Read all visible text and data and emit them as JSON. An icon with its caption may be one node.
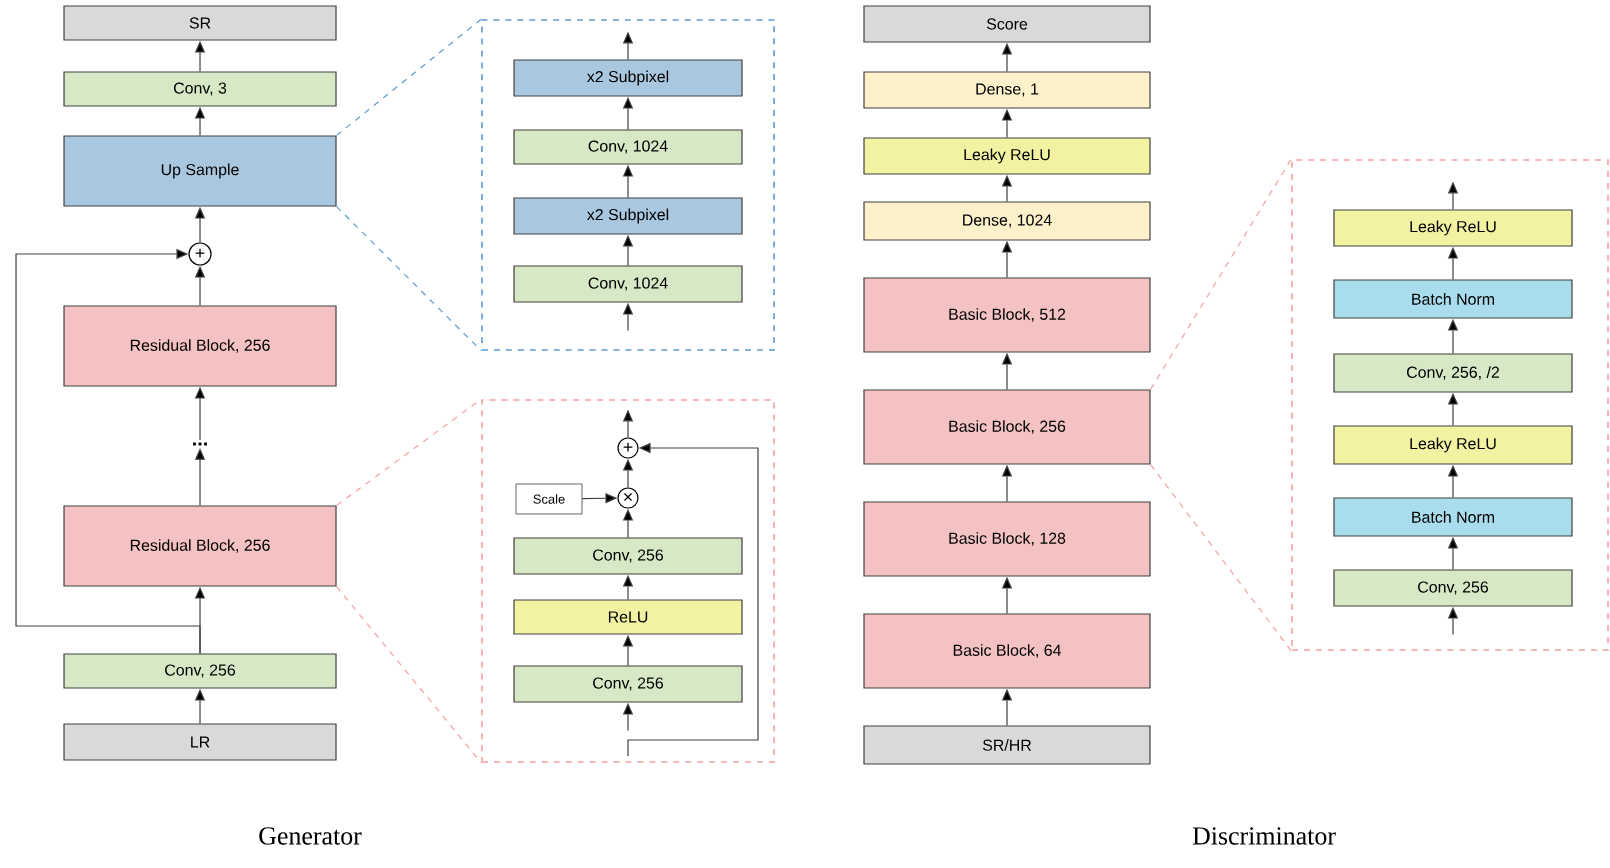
{
  "diagram": {
    "nodes": [
      {
        "text": [
          "SR"
        ]
      },
      {
        "text": [
          "Conv, 3"
        ]
      },
      {
        "text": [
          "Up Sample"
        ]
      },
      {
        "text": [
          "+"
        ]
      },
      {
        "text": [
          "Residual Block, 256"
        ]
      },
      {
        "text": [
          "..."
        ]
      },
      {
        "text": [
          "Residual Block, 256"
        ]
      },
      {
        "text": [
          "Conv, 256"
        ]
      },
      {
        "text": [
          "LR"
        ]
      },
      {
        "text": [],
        "shape": "box"
      },
      {
        "text": [
          "x2 Subpixel"
        ],
        "in": 9
      },
      {
        "text": [
          "Conv, 1024"
        ],
        "in": 9
      },
      {
        "text": [
          "x2 Subpixel"
        ],
        "in": 9
      },
      {
        "text": [
          "Conv, 1024"
        ],
        "in": 9
      },
      {
        "text": [],
        "shape": "box"
      },
      {
        "text": [
          "+"
        ],
        "in": 14
      },
      {
        "text": [
          "Scale"
        ],
        "in": 14
      },
      {
        "text": [
          "×"
        ],
        "in": 14
      },
      {
        "text": [
          "Conv, 256"
        ],
        "in": 14
      },
      {
        "text": [
          "ReLU"
        ],
        "in": 14
      },
      {
        "text": [
          "Conv, 256"
        ],
        "in": 14
      },
      {
        "text": [
          "Score"
        ]
      },
      {
        "text": [
          "Dense, 1"
        ]
      },
      {
        "text": [
          "Leaky ReLU"
        ]
      },
      {
        "text": [
          "Dense, 1024"
        ]
      },
      {
        "text": [
          "Basic Block, 512"
        ]
      },
      {
        "text": [
          "Basic Block, 256"
        ]
      },
      {
        "text": [
          "Basic Block, 128"
        ]
      },
      {
        "text": [
          "Basic Block, 64"
        ]
      },
      {
        "text": [
          "SR/HR"
        ]
      },
      {
        "text": [],
        "shape": "box"
      },
      {
        "text": [
          "Leaky ReLU"
        ],
        "in": 30
      },
      {
        "text": [
          "Batch Norm"
        ],
        "in": 30
      },
      {
        "text": [
          "Conv, 256, /2"
        ],
        "in": 30
      },
      {
        "text": [
          "Leaky ReLU"
        ],
        "in": 30
      },
      {
        "text": [
          "Batch Norm"
        ],
        "in": 30
      },
      {
        "text": [
          "Conv, 256"
        ],
        "in": 30
      }
    ],
    "edges": [
      {
        "from": 8,
        "to": 7,
        "arrow": "to"
      },
      {
        "from": 7,
        "to": 6,
        "arrow": "to"
      },
      {
        "from": 6,
        "to": 5,
        "arrow": "to"
      },
      {
        "from": 5,
        "to": 4,
        "arrow": "to"
      },
      {
        "from": 4,
        "to": 3,
        "arrow": "to"
      },
      {
        "from": 3,
        "to": 2,
        "arrow": "to"
      },
      {
        "from": 2,
        "to": 1,
        "arrow": "to"
      },
      {
        "from": 1,
        "to": 0,
        "arrow": "to"
      },
      {
        "from": 7,
        "to": 3,
        "arrow": "to"
      },
      {
        "from": null,
        "to": 13,
        "arrow": "to"
      },
      {
        "from": 13,
        "to": 12,
        "arrow": "to"
      },
      {
        "from": 12,
        "to": 11,
        "arrow": "to"
      },
      {
        "from": 11,
        "to": 10,
        "arrow": "to"
      },
      {
        "from": 10,
        "to": null,
        "arrow": "to"
      },
      {
        "from": null,
        "to": 20,
        "arrow": "to"
      },
      {
        "from": 20,
        "to": 19,
        "arrow": "to"
      },
      {
        "from": 19,
        "to": 18,
        "arrow": "to"
      },
      {
        "from": 18,
        "to": 17,
        "arrow": "to"
      },
      {
        "from": 16,
        "to": 17,
        "arrow": "to"
      },
      {
        "from": 17,
        "to": 15,
        "arrow": "to"
      },
      {
        "from": 15,
        "to": null,
        "arrow": "to"
      },
      {
        "from": null,
        "to": 15,
        "arrow": "to"
      },
      {
        "from": 29,
        "to": 28,
        "arrow": "to"
      },
      {
        "from": 28,
        "to": 27,
        "arrow": "to"
      },
      {
        "from": 27,
        "to": 26,
        "arrow": "to"
      },
      {
        "from": 26,
        "to": 25,
        "arrow": "to"
      },
      {
        "from": 25,
        "to": 24,
        "arrow": "to"
      },
      {
        "from": 24,
        "to": 23,
        "arrow": "to"
      },
      {
        "from": 23,
        "to": 22,
        "arrow": "to"
      },
      {
        "from": 22,
        "to": 21,
        "arrow": "to"
      },
      {
        "from": null,
        "to": 36,
        "arrow": "to"
      },
      {
        "from": 36,
        "to": 35,
        "arrow": "to"
      },
      {
        "from": 35,
        "to": 34,
        "arrow": "to"
      },
      {
        "from": 34,
        "to": 33,
        "arrow": "to"
      },
      {
        "from": 33,
        "to": 32,
        "arrow": "to"
      },
      {
        "from": 32,
        "to": 31,
        "arrow": "to"
      },
      {
        "from": 31,
        "to": null,
        "arrow": "to"
      },
      {
        "from": 2,
        "to": 9,
        "arrow": "none",
        "style": "dashed",
        "color": "#5b9bd5"
      },
      {
        "from": 2,
        "to": 9,
        "arrow": "none",
        "style": "dashed",
        "color": "#5b9bd5"
      },
      {
        "from": 6,
        "to": 14,
        "arrow": "none",
        "style": "dashed",
        "color": "#f4a0a0"
      },
      {
        "from": 6,
        "to": 14,
        "arrow": "none",
        "style": "dashed",
        "color": "#f4a0a0"
      },
      {
        "from": 26,
        "to": 30,
        "arrow": "none",
        "style": "dashed",
        "color": "#f4a0a0"
      },
      {
        "from": 26,
        "to": 30,
        "arrow": "none",
        "style": "dashed",
        "color": "#f4a0a0"
      }
    ],
    "labels": [
      "Generator",
      "Discriminator"
    ]
  }
}
